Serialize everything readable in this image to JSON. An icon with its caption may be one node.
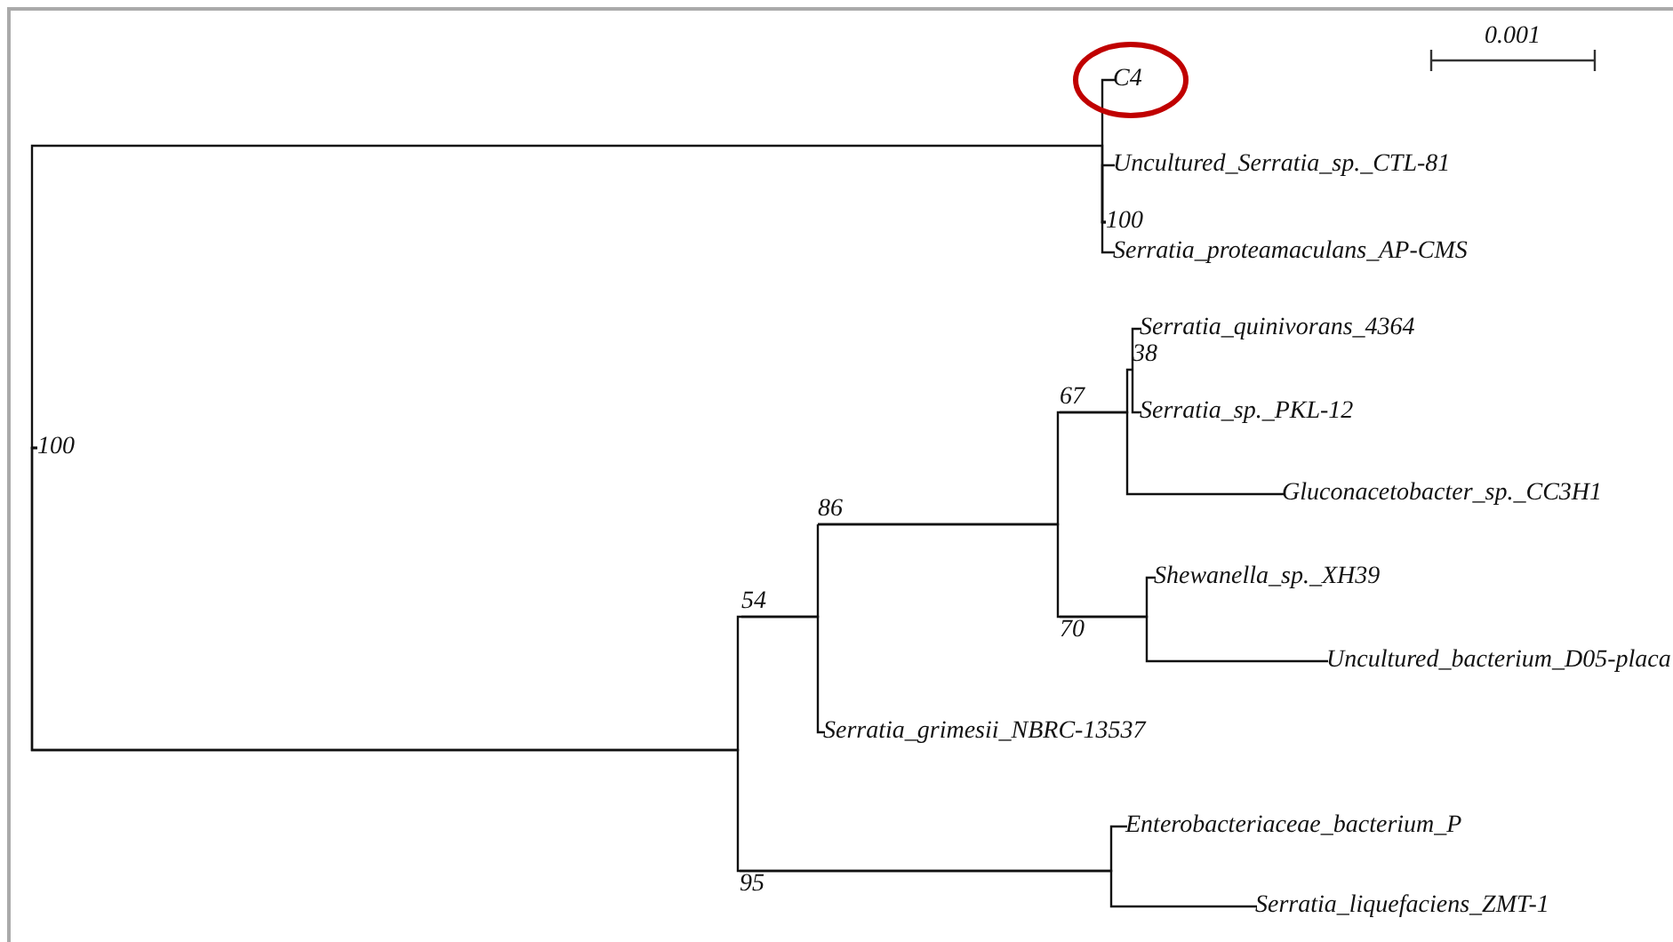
{
  "diagram": {
    "nodes": [
      {
        "text": [
          "100"
        ]
      },
      {
        "text": [
          "100"
        ]
      },
      {
        "text": [
          "C4"
        ]
      },
      {
        "text": [
          "Uncultured_Serratia_sp._CTL-81"
        ]
      },
      {
        "text": [
          "Serratia_proteamaculans_AP-CMS"
        ]
      },
      {
        "text": [
          "54"
        ]
      },
      {
        "text": [
          "86"
        ]
      },
      {
        "text": [
          "67"
        ]
      },
      {
        "text": [
          "38"
        ]
      },
      {
        "text": [
          "Serratia_quinivorans_4364"
        ]
      },
      {
        "text": [
          "Serratia_sp._PKL-12"
        ]
      },
      {
        "text": [
          "Gluconacetobacter_sp._CC3H1"
        ]
      },
      {
        "text": [
          "70"
        ]
      },
      {
        "text": [
          "Shewanella_sp._XH39"
        ]
      },
      {
        "text": [
          "Uncultured_bacterium_D05-placa"
        ]
      },
      {
        "text": [
          "Serratia_grimesii_NBRC-13537"
        ]
      },
      {
        "text": [
          "95"
        ]
      },
      {
        "text": [
          "Enterobacteriaceae_bacterium_P"
        ]
      },
      {
        "text": [
          "Serratia_liquefaciens_ZMT-1"
        ]
      }
    ],
    "edges": [
      {
        "from": 0,
        "to": 1,
        "arrow": "none"
      },
      {
        "from": 0,
        "to": 5,
        "arrow": "none"
      },
      {
        "from": 0,
        "to": 16,
        "arrow": "none"
      },
      {
        "from": 1,
        "to": 2,
        "arrow": "none"
      },
      {
        "from": 1,
        "to": 3,
        "arrow": "none"
      },
      {
        "from": 1,
        "to": 4,
        "arrow": "none"
      },
      {
        "from": 5,
        "to": 6,
        "arrow": "none"
      },
      {
        "from": 5,
        "to": 15,
        "arrow": "none"
      },
      {
        "from": 6,
        "to": 7,
        "arrow": "none"
      },
      {
        "from": 6,
        "to": 12,
        "arrow": "none"
      },
      {
        "from": 7,
        "to": 8,
        "arrow": "none"
      },
      {
        "from": 7,
        "to": 11,
        "arrow": "none"
      },
      {
        "from": 8,
        "to": 9,
        "arrow": "none"
      },
      {
        "from": 8,
        "to": 10,
        "arrow": "none"
      },
      {
        "from": 12,
        "to": 13,
        "arrow": "none"
      },
      {
        "from": 12,
        "to": 14,
        "arrow": "none"
      },
      {
        "from": 16,
        "to": 17,
        "arrow": "none"
      },
      {
        "from": 16,
        "to": 18,
        "arrow": "none"
      }
    ],
    "labels": [
      "0.001"
    ]
  }
}
